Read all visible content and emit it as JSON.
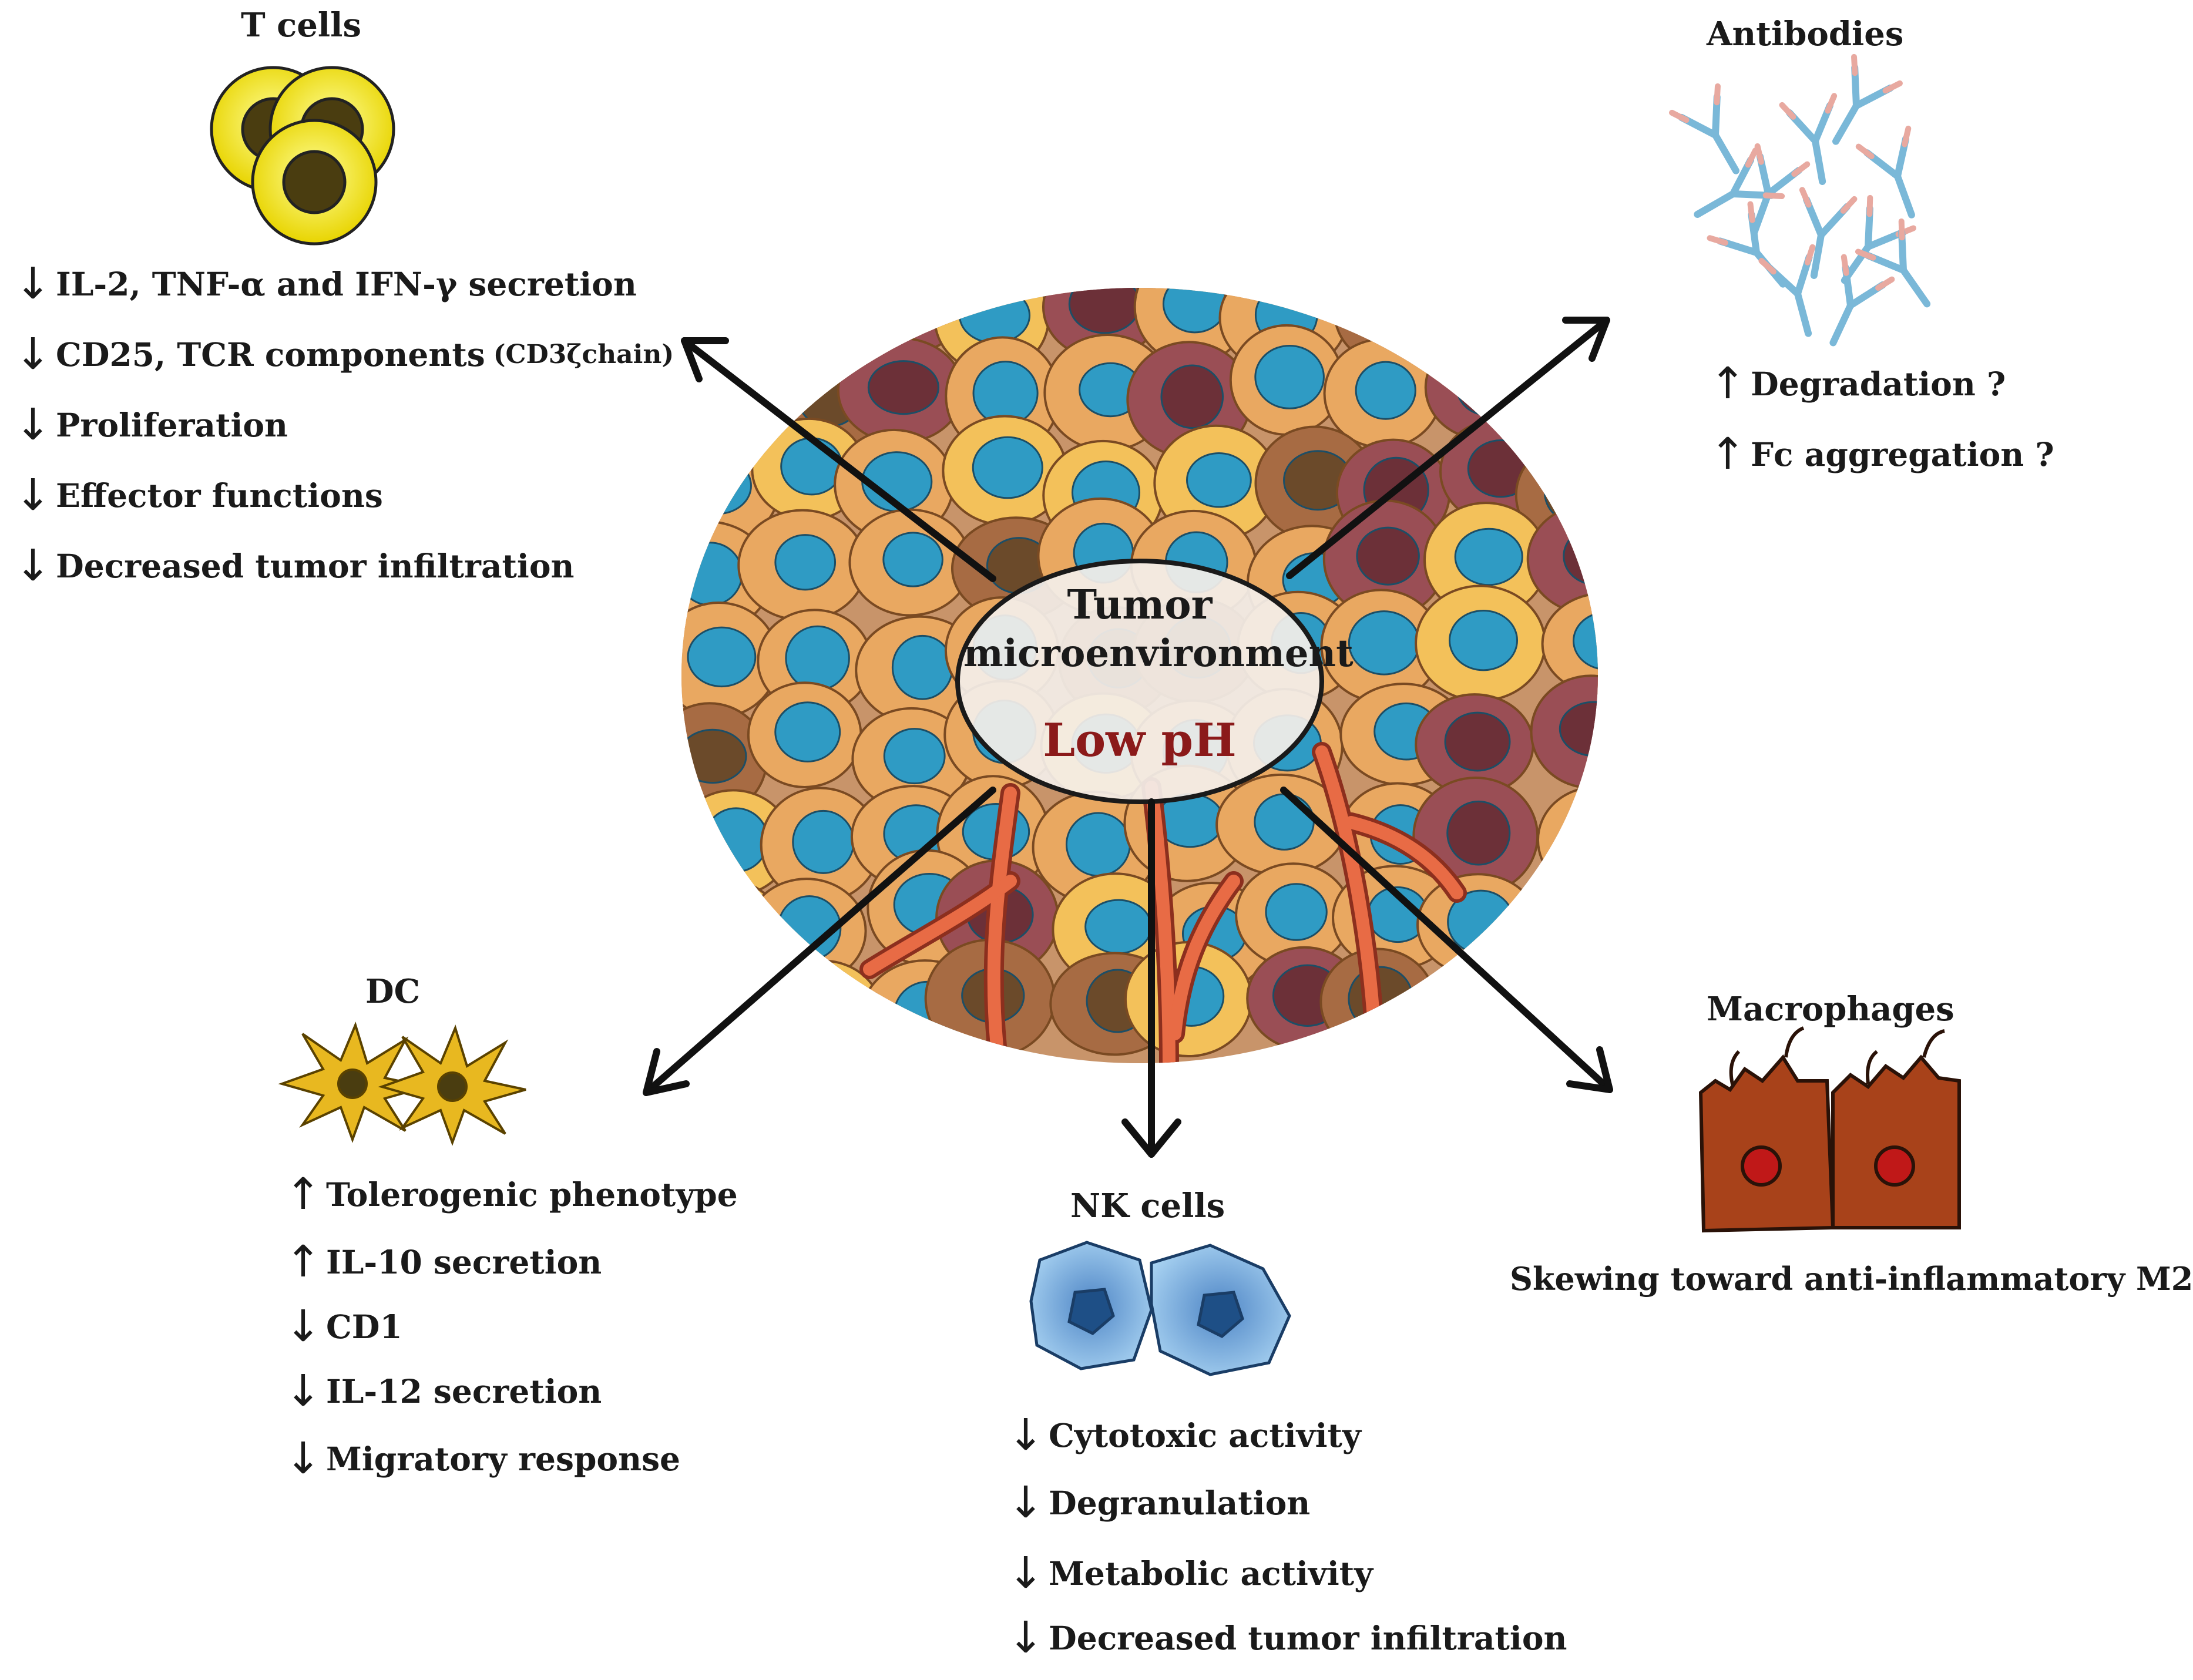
{
  "center": {
    "title_line1": "Tumor",
    "title_line2": "microenvironment",
    "low_ph": "Low pH",
    "low_ph_color": "#8b1a1a"
  },
  "t_cells": {
    "title": "T cells",
    "items": [
      {
        "dir": "down",
        "text": "IL-2, TNF-α and IFN-γ secretion"
      },
      {
        "dir": "down",
        "text": "CD25, TCR components",
        "small": "(CD3ζchain)"
      },
      {
        "dir": "down",
        "text": "Proliferation"
      },
      {
        "dir": "down",
        "text": "Effector functions"
      },
      {
        "dir": "down",
        "text": "Decreased tumor infiltration"
      }
    ]
  },
  "antibodies": {
    "title": "Antibodies",
    "items": [
      {
        "dir": "up",
        "text": "Degradation ?"
      },
      {
        "dir": "up",
        "text": "Fc aggregation ?"
      }
    ]
  },
  "dc": {
    "title": "DC",
    "items": [
      {
        "dir": "up",
        "text": "Tolerogenic phenotype"
      },
      {
        "dir": "up",
        "text": "IL-10 secretion"
      },
      {
        "dir": "down",
        "text": "CD1"
      },
      {
        "dir": "down",
        "text": "IL-12 secretion"
      },
      {
        "dir": "down",
        "text": "Migratory response"
      }
    ]
  },
  "nk_cells": {
    "title": "NK cells",
    "items": [
      {
        "dir": "down",
        "text": "Cytotoxic activity"
      },
      {
        "dir": "down",
        "text": "Degranulation"
      },
      {
        "dir": "down",
        "text": "Metabolic activity"
      },
      {
        "dir": "down",
        "text": "Decreased tumor infiltration"
      }
    ]
  },
  "macrophages": {
    "title": "Macrophages",
    "caption": "Skewing toward anti-inflammatory M2"
  },
  "glyphs": {
    "up": "↑",
    "down": "↓"
  },
  "icons": [
    "t-cell-icon",
    "antibody-icon",
    "dendritic-cell-icon",
    "nk-cell-icon",
    "macrophage-icon",
    "tumor-tissue-icon"
  ],
  "colors": {
    "t_cell": "#f2e600",
    "nucleus_dark": "#4a3d10",
    "antibody": "#7ab8d8",
    "dc": "#e8b820",
    "nk": "#8ec3ea",
    "nk_nucleus": "#1e4f86",
    "macrophage": "#a8421a",
    "macrophage_nucleus": "#c01818",
    "vessel": "#e0603c"
  }
}
